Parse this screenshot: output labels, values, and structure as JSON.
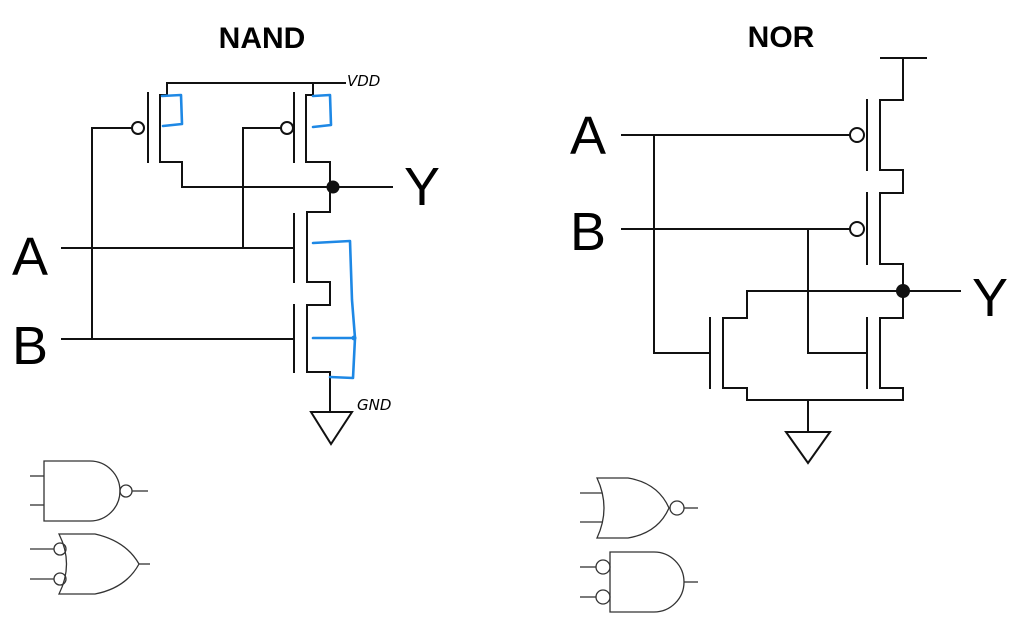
{
  "nand": {
    "title": "NAND",
    "input_a": "A",
    "input_b": "B",
    "output": "Y",
    "vdd_label": "VDD",
    "gnd_label": "GND"
  },
  "nor": {
    "title": "NOR",
    "input_a": "A",
    "input_b": "B",
    "output": "Y"
  },
  "colors": {
    "wire": "#111111",
    "annotation": "#1e88e5"
  }
}
